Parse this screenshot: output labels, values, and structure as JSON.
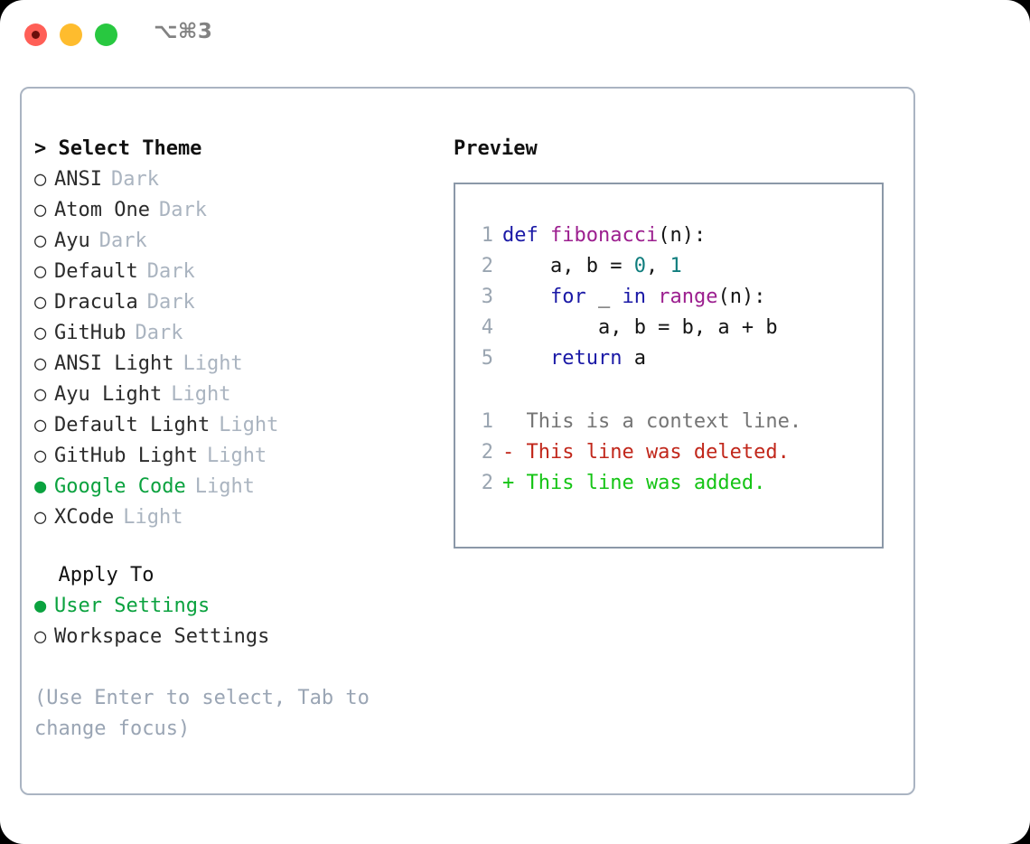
{
  "titlebar": {
    "shortcut": "⌥⌘3",
    "buttons": [
      {
        "name": "close",
        "color": "#ff5f57"
      },
      {
        "name": "minimize",
        "color": "#febc2e"
      },
      {
        "name": "maximize",
        "color": "#28c840"
      }
    ]
  },
  "theme_picker": {
    "header": "> Select Theme",
    "items": [
      {
        "marker": "○",
        "label": "ANSI",
        "category": "Dark",
        "selected": false
      },
      {
        "marker": "○",
        "label": "Atom One",
        "category": "Dark",
        "selected": false
      },
      {
        "marker": "○",
        "label": "Ayu",
        "category": "Dark",
        "selected": false
      },
      {
        "marker": "○",
        "label": "Default",
        "category": "Dark",
        "selected": false
      },
      {
        "marker": "○",
        "label": "Dracula",
        "category": "Dark",
        "selected": false
      },
      {
        "marker": "○",
        "label": "GitHub",
        "category": "Dark",
        "selected": false
      },
      {
        "marker": "○",
        "label": "ANSI Light",
        "category": "Light",
        "selected": false
      },
      {
        "marker": "○",
        "label": "Ayu Light",
        "category": "Light",
        "selected": false
      },
      {
        "marker": "○",
        "label": "Default Light",
        "category": "Light",
        "selected": false
      },
      {
        "marker": "○",
        "label": "GitHub Light",
        "category": "Light",
        "selected": false
      },
      {
        "marker": "●",
        "label": "Google Code",
        "category": "Light",
        "selected": true
      },
      {
        "marker": "○",
        "label": "XCode",
        "category": "Light",
        "selected": false
      }
    ]
  },
  "apply_to": {
    "header": "  Apply To",
    "items": [
      {
        "marker": "●",
        "label": "User Settings",
        "selected": true
      },
      {
        "marker": "○",
        "label": "Workspace Settings",
        "selected": false
      }
    ]
  },
  "hint": "(Use Enter to select, Tab to change focus)",
  "preview": {
    "title": "Preview",
    "code_lines": [
      {
        "ln": "1",
        "tokens": [
          {
            "t": "def ",
            "c": "kw"
          },
          {
            "t": "fibonacci",
            "c": "fn"
          },
          {
            "t": "(n):",
            "c": "plain"
          }
        ]
      },
      {
        "ln": "2",
        "tokens": [
          {
            "t": "    a, b = ",
            "c": "plain"
          },
          {
            "t": "0",
            "c": "num"
          },
          {
            "t": ", ",
            "c": "plain"
          },
          {
            "t": "1",
            "c": "num"
          }
        ]
      },
      {
        "ln": "3",
        "tokens": [
          {
            "t": "    ",
            "c": "plain"
          },
          {
            "t": "for",
            "c": "kw"
          },
          {
            "t": " _ ",
            "c": "plain"
          },
          {
            "t": "in",
            "c": "kw"
          },
          {
            "t": " ",
            "c": "plain"
          },
          {
            "t": "range",
            "c": "fn"
          },
          {
            "t": "(n):",
            "c": "plain"
          }
        ]
      },
      {
        "ln": "4",
        "tokens": [
          {
            "t": "        a, b = b, a + b",
            "c": "plain"
          }
        ]
      },
      {
        "ln": "5",
        "tokens": [
          {
            "t": "    ",
            "c": "plain"
          },
          {
            "t": "return",
            "c": "kw"
          },
          {
            "t": " a",
            "c": "plain"
          }
        ]
      }
    ],
    "diff_lines": [
      {
        "ln": "1",
        "tokens": [
          {
            "t": "  This is a context line.",
            "c": "ctx"
          }
        ]
      },
      {
        "ln": "2",
        "tokens": [
          {
            "t": "- This line was deleted.",
            "c": "del"
          }
        ]
      },
      {
        "ln": "2",
        "tokens": [
          {
            "t": "+ This line was added.",
            "c": "add"
          }
        ]
      }
    ]
  },
  "colors": {
    "accent_green": "#0ba23f",
    "muted": "#aab4c0",
    "panel_border": "#aab4c2",
    "preview_border": "#8b98a8",
    "keyword": "#1a19a6",
    "function": "#9c1f8f",
    "number": "#0f7d7d",
    "diff_deleted": "#c1271b",
    "diff_added": "#15c415"
  }
}
